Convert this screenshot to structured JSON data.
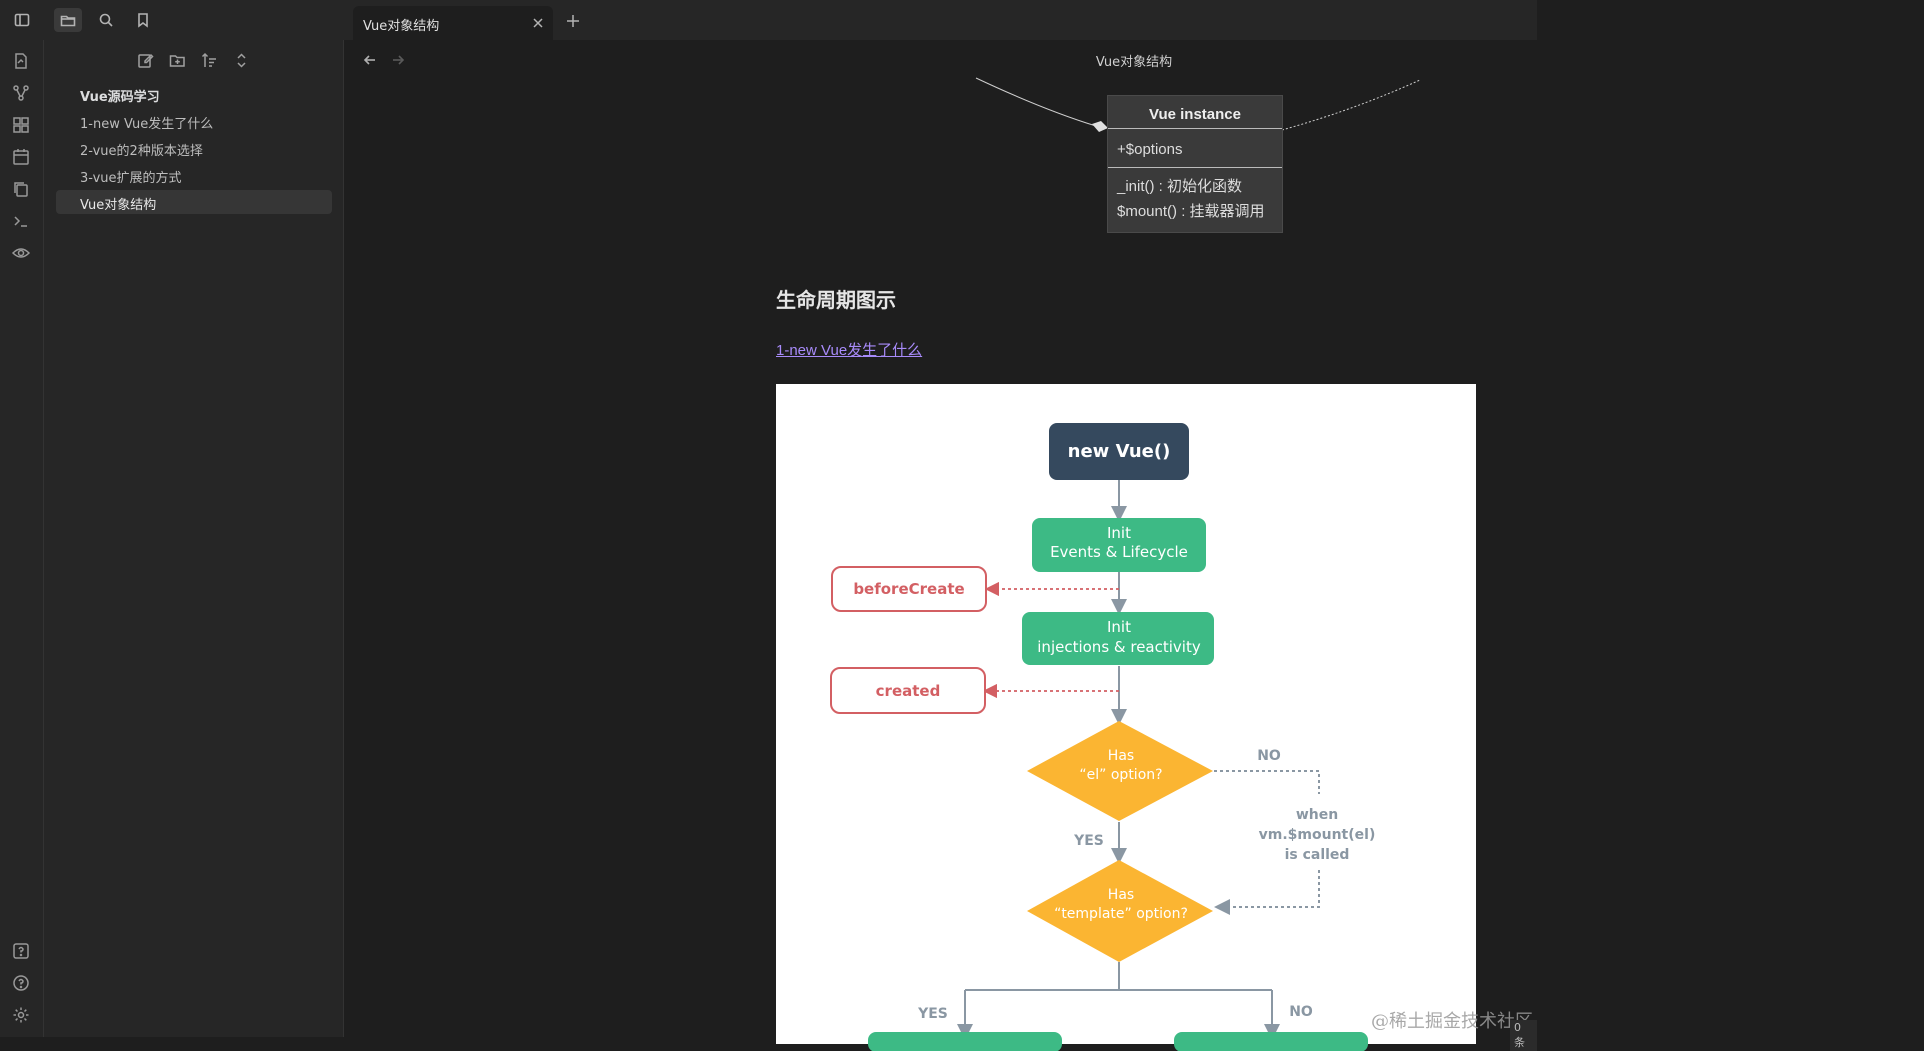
{
  "tab": {
    "title": "Vue对象结构"
  },
  "file_tree": {
    "root": "Vue源码学习",
    "items": [
      {
        "label": "1-new Vue发生了什么",
        "active": false
      },
      {
        "label": "2-vue的2种版本选择",
        "active": false
      },
      {
        "label": "3-vue扩展的方式",
        "active": false
      },
      {
        "label": "Vue对象结构",
        "active": true
      }
    ]
  },
  "editor": {
    "view_title": "Vue对象结构",
    "uml": {
      "class_name": "Vue instance",
      "attribute": "+$options",
      "methods": [
        "_init() : 初始化函数",
        "$mount() : 挂载器调用"
      ]
    },
    "heading": "生命周期图示",
    "link": "1-new Vue发生了什么"
  },
  "flowchart": {
    "start": "new Vue()",
    "init_events": [
      "Init",
      "Events & Lifecycle"
    ],
    "before_create": "beforeCreate",
    "init_injections": [
      "Init",
      "injections & reactivity"
    ],
    "created": "created",
    "has_el": [
      "Has",
      "“el” option?"
    ],
    "no_label": "NO",
    "yes_label": "YES",
    "when_mount": [
      "when",
      "vm.$mount(el)",
      "is called"
    ],
    "has_template": [
      "Has",
      "“template” option?"
    ],
    "yes_label_2": "YES",
    "no_label_2": "NO"
  },
  "watermark": "@稀土掘金技术社区",
  "badge": "0 条",
  "colors": {
    "accent_link": "#a88bfa",
    "node_dark": "#35495e",
    "node_green": "#3dba85",
    "hook_red": "#d35f63",
    "decision_yellow": "#fbb532"
  }
}
